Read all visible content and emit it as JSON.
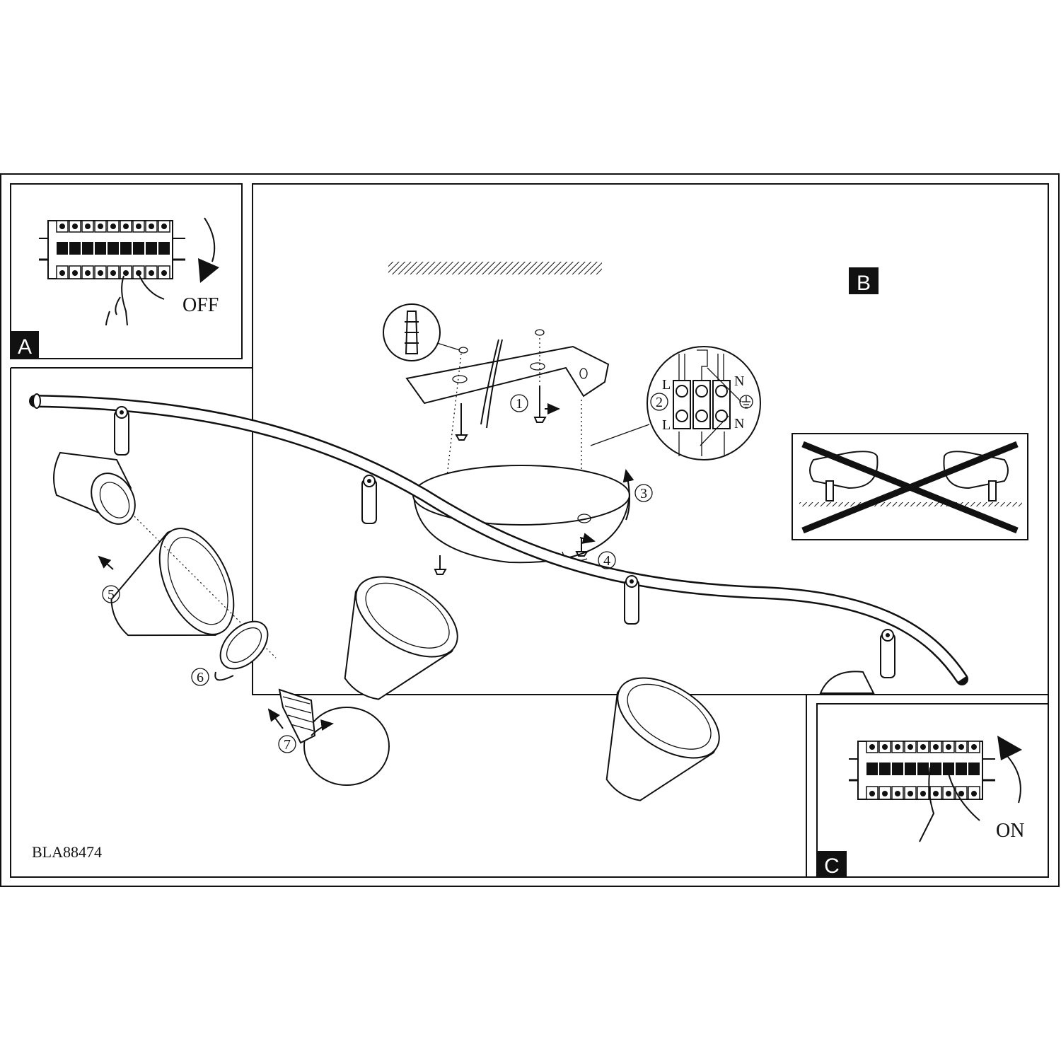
{
  "panels": {
    "a": {
      "label": "A",
      "action": "OFF"
    },
    "b": {
      "label": "B"
    },
    "c": {
      "label": "C",
      "action": "ON"
    }
  },
  "steps": [
    "1",
    "2",
    "3",
    "4",
    "5",
    "6",
    "7"
  ],
  "wiring": {
    "top_left": "L",
    "top_right": "N",
    "bottom_left": "L",
    "bottom_right": "N"
  },
  "model_code": "BLA88474",
  "colors": {
    "line": "#111111",
    "background": "#ffffff"
  }
}
